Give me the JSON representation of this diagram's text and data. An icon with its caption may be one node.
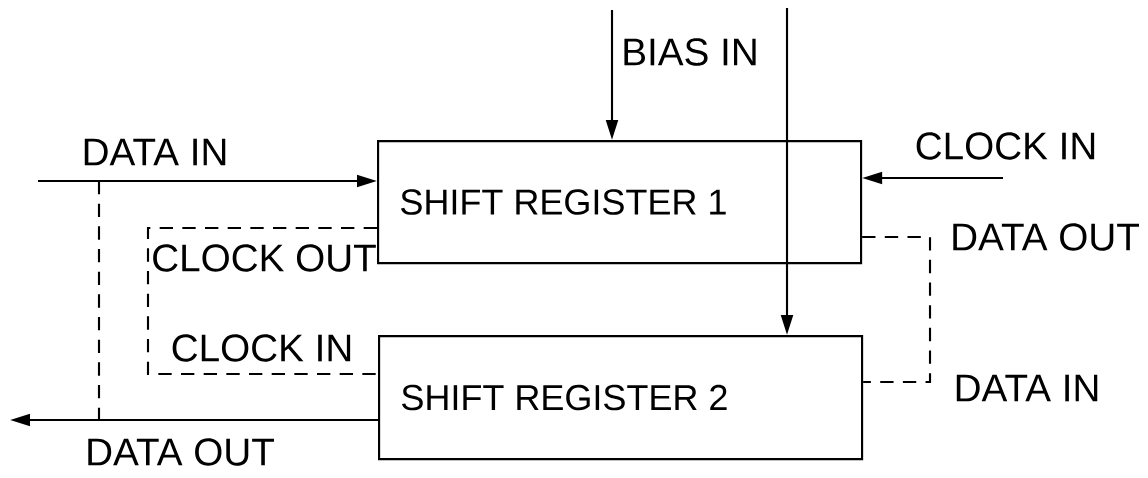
{
  "diagram": {
    "nodes": [
      {
        "text": [
          "SHIFT REGISTER 1"
        ]
      },
      {
        "text": [
          "SHIFT REGISTER 2"
        ]
      }
    ],
    "edges": [
      {
        "from": null,
        "to": 0,
        "arrow": "to",
        "label": "DATA IN"
      },
      {
        "from": null,
        "to": 0,
        "arrow": "to",
        "label": "BIAS IN"
      },
      {
        "from": null,
        "to": 1,
        "arrow": "to"
      },
      {
        "from": null,
        "to": 0,
        "arrow": "to",
        "label": "CLOCK IN"
      },
      {
        "from": 0,
        "to": 1,
        "arrow": "none",
        "style": "dashed"
      },
      {
        "from": 0,
        "to": 1,
        "arrow": "none",
        "style": "dashed"
      },
      {
        "from": 1,
        "to": null,
        "arrow": "to",
        "label": "DATA OUT"
      }
    ],
    "labels": [
      "CLOCK OUT",
      "CLOCK IN",
      "DATA OUT",
      "DATA IN"
    ]
  }
}
